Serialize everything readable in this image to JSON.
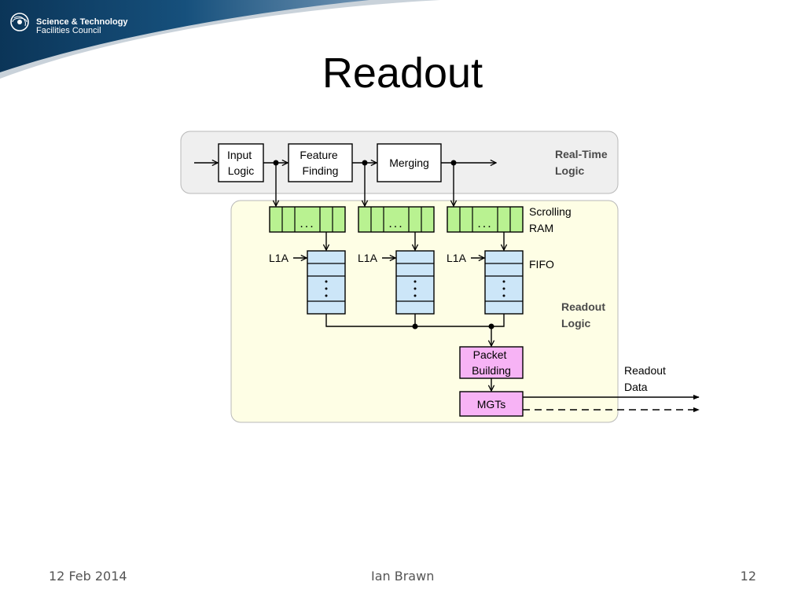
{
  "slide": {
    "logo": [
      "Science & Technology",
      "Facilities Council"
    ],
    "title": "Readout",
    "footer": {
      "date": "12 Feb 2014",
      "author": "Ian Brawn",
      "page": "12"
    }
  },
  "diagram": {
    "realtime_label": [
      "Real-Time",
      "Logic"
    ],
    "readout_label": [
      "Readout",
      "Logic"
    ],
    "blocks": {
      "input_logic": [
        "Input",
        "Logic"
      ],
      "feature_finding": [
        "Feature",
        "Finding"
      ],
      "merging": "Merging",
      "packet_building": [
        "Packet",
        "Building"
      ],
      "mgts": "MGTs"
    },
    "scrolling_ram_label": [
      "Scrolling",
      "RAM"
    ],
    "fifo_label": "FIFO",
    "l1a_label": "L1A",
    "readout_data_label": [
      "Readout",
      "Data"
    ],
    "ellipsis": "..."
  },
  "colors": {
    "banner": "#0d3a5e",
    "realtime_region": "#efefef",
    "readout_region": "#fefee5",
    "ram": "#b9f291",
    "fifo": "#cce6f8",
    "packet": "#f7b3f5"
  }
}
